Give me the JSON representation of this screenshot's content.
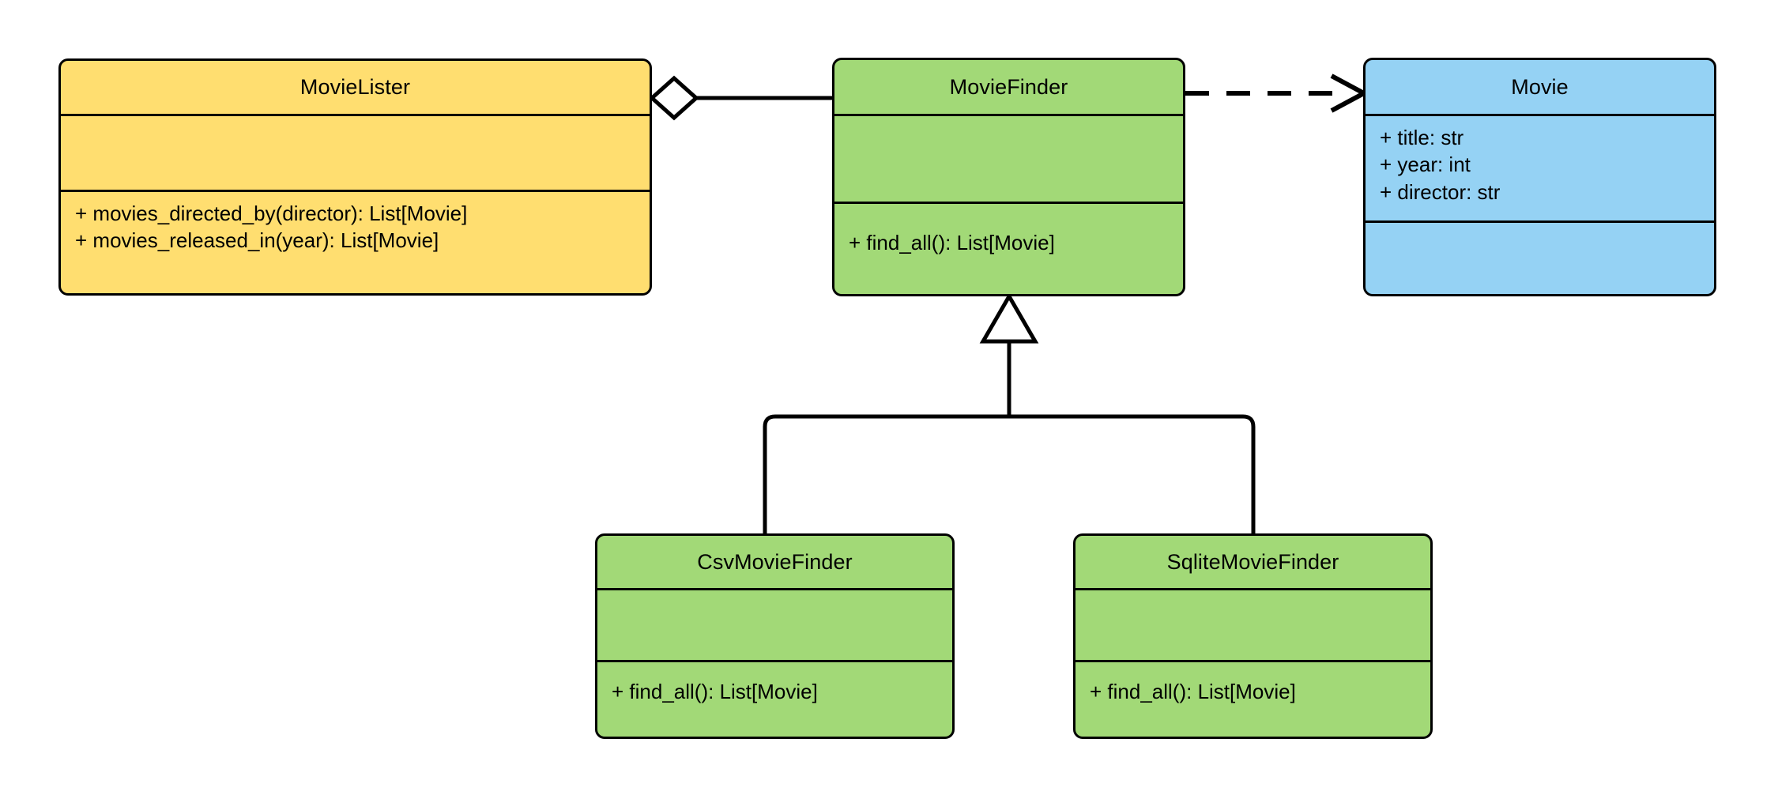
{
  "diagram": {
    "kind": "uml-class-diagram",
    "background": "#ffffff",
    "line_color": "#000000",
    "palette": {
      "yellow": "#ffde70",
      "green": "#a2d977",
      "blue": "#95d2f4",
      "stroke": "#000000"
    }
  },
  "classes": {
    "movie_lister": {
      "name": "MovieLister",
      "fill": "#ffde70",
      "attributes": [],
      "methods": [
        "+ movies_directed_by(director): List[Movie]",
        "+ movies_released_in(year): List[Movie]"
      ]
    },
    "movie_finder": {
      "name": "MovieFinder",
      "fill": "#a2d977",
      "attributes": [],
      "methods": [
        "+ find_all(): List[Movie]"
      ]
    },
    "movie": {
      "name": "Movie",
      "fill": "#95d2f4",
      "attributes": [
        "+ title: str",
        "+ year: int",
        "+ director: str"
      ],
      "methods": []
    },
    "csv_movie_finder": {
      "name": "CsvMovieFinder",
      "fill": "#a2d977",
      "attributes": [],
      "methods": [
        "+ find_all(): List[Movie]"
      ]
    },
    "sqlite_movie_finder": {
      "name": "SqliteMovieFinder",
      "fill": "#a2d977",
      "attributes": [],
      "methods": [
        "+ find_all(): List[Movie]"
      ]
    }
  },
  "relations": [
    {
      "id": "aggregation-lister-finder",
      "type": "aggregation",
      "source": "MovieLister",
      "target": "MovieFinder",
      "style": "solid",
      "source_marker": "open-diamond",
      "target_marker": "none"
    },
    {
      "id": "dependency-finder-movie",
      "type": "dependency",
      "source": "MovieFinder",
      "target": "Movie",
      "style": "dashed",
      "source_marker": "none",
      "target_marker": "open-arrow"
    },
    {
      "id": "generalization-csv-finder",
      "type": "generalization",
      "source": "CsvMovieFinder",
      "target": "MovieFinder",
      "style": "solid",
      "source_marker": "none",
      "target_marker": "hollow-triangle"
    },
    {
      "id": "generalization-sqlite-finder",
      "type": "generalization",
      "source": "SqliteMovieFinder",
      "target": "MovieFinder",
      "style": "solid",
      "source_marker": "none",
      "target_marker": "hollow-triangle"
    }
  ]
}
